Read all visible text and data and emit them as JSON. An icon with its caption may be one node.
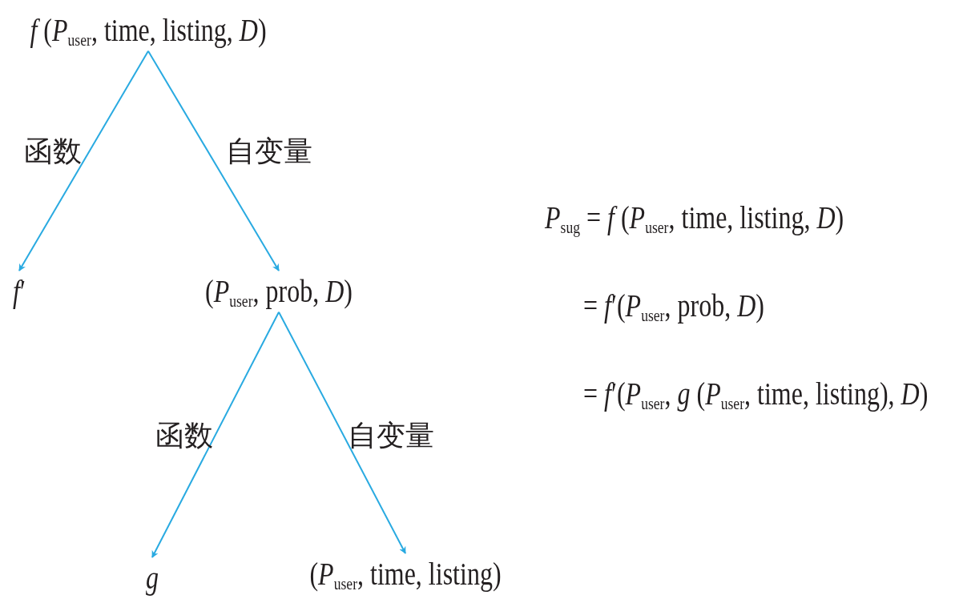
{
  "diagram": {
    "nodes": [
      {
        "text": [
          "*f* (*P*$_{user}$, time, listing, *D*)"
        ]
      },
      {
        "text": [
          "*f*′"
        ]
      },
      {
        "text": [
          "(*P*$_{user}$, prob, *D*)"
        ]
      },
      {
        "text": [
          "g"
        ]
      },
      {
        "text": [
          "(*P*$_{user}$, time, listing)"
        ]
      }
    ],
    "edges": [
      {
        "from": 0,
        "to": 1,
        "arrow": "to",
        "label": "函数"
      },
      {
        "from": 0,
        "to": 2,
        "arrow": "to",
        "label": "自变量"
      },
      {
        "from": 2,
        "to": 3,
        "arrow": "to",
        "label": "函数"
      },
      {
        "from": 2,
        "to": 4,
        "arrow": "to",
        "label": "自变量"
      }
    ],
    "labels": [
      "*P*$_{sug}$ = *f* (*P*$_{user}$, time, listing, *D*)",
      "= *f*′(*P*$_{user}$, prob, *D*)",
      "= *f*′(*P*$_{user}$, *g* (*P*$_{user}$, time, listing), *D*)"
    ]
  }
}
